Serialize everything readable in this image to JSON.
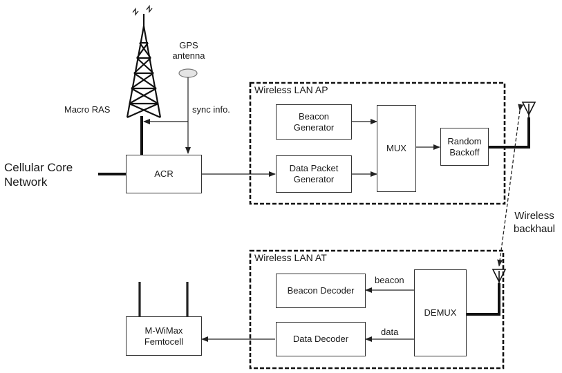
{
  "tower": {
    "label": "Macro RAS"
  },
  "gps": {
    "line1": "GPS",
    "line2": "antenna",
    "sync": "sync info."
  },
  "core": {
    "line1": "Cellular Core",
    "line2": "Network"
  },
  "acr": {
    "label": "ACR"
  },
  "ap": {
    "title": "Wireless LAN AP",
    "beacon_gen": {
      "line1": "Beacon",
      "line2": "Generator"
    },
    "data_gen": {
      "line1": "Data Packet",
      "line2": "Generator"
    },
    "mux": "MUX",
    "backoff": {
      "line1": "Random",
      "line2": "Backoff"
    }
  },
  "backhaul": {
    "line1": "Wireless",
    "line2": "backhaul"
  },
  "at": {
    "title": "Wireless LAN AT",
    "beacon_dec": "Beacon Decoder",
    "data_dec": "Data Decoder",
    "demux": "DEMUX",
    "beacon_arrow": "beacon",
    "data_arrow": "data"
  },
  "femto": {
    "line1": "M-WiMax",
    "line2": "Femtocell"
  }
}
